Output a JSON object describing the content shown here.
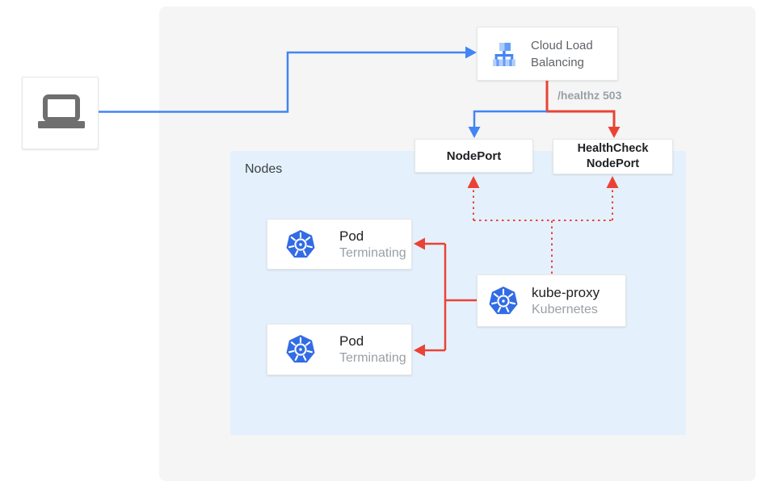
{
  "client": {
    "icon": "laptop-icon"
  },
  "cloud_load_balancing": {
    "title": "Cloud Load Balancing",
    "icon": "cloud-load-balancing-icon"
  },
  "health_check_label": "/healthz 503",
  "node_port": {
    "label": "NodePort"
  },
  "health_check_node_port": {
    "label": "HealthCheck NodePort"
  },
  "nodes": {
    "label": "Nodes"
  },
  "pods": [
    {
      "title": "Pod",
      "status": "Terminating",
      "icon": "kubernetes-icon"
    },
    {
      "title": "Pod",
      "status": "Terminating",
      "icon": "kubernetes-icon"
    }
  ],
  "kube_proxy": {
    "title": "kube-proxy",
    "subtitle": "Kubernetes",
    "icon": "kubernetes-icon"
  },
  "colors": {
    "arrow_blue": "#4285f4",
    "arrow_red": "#ea4335",
    "kubernetes_blue": "#326ce5",
    "nodes_background": "#e4f1fc",
    "canvas_background": "#f5f5f5",
    "muted_text": "#9aa0a6",
    "dark_text": "#202124"
  }
}
